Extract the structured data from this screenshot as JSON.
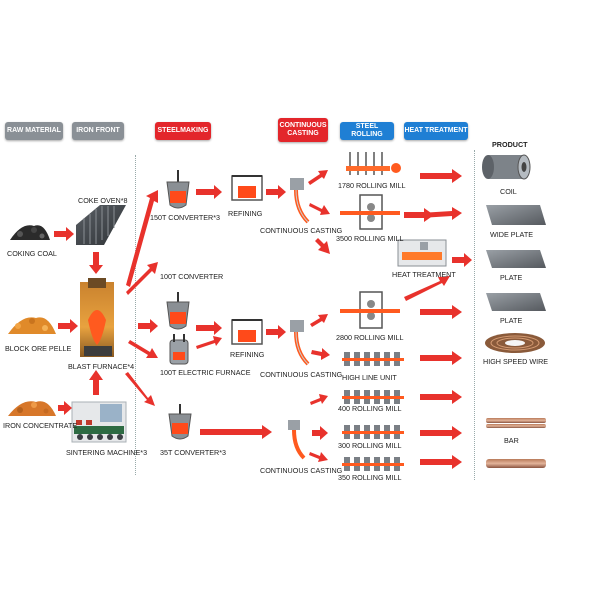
{
  "colors": {
    "gray_header": "#8a9096",
    "red_header": "#e3262b",
    "blue_header": "#1f7fd4",
    "arrow_red": "#e8322c",
    "molten": "#ff4a1a",
    "steel_gray": "#6d7278"
  },
  "headers": {
    "raw_material": "RAW MATERIAL",
    "iron_front": "IRON FRONT",
    "steelmaking": "STEELMAKING",
    "continuous_casting": "CONTINUOUS CASTING",
    "steel_rolling": "STEEL ROLLING",
    "heat_treatment": "HEAT TREATMENT",
    "product": "PRODUCT"
  },
  "raw": {
    "coking_coal": "COKING COAL",
    "block_ore": "BLOCK ORE PELLE",
    "iron_concentrate": "IRON CONCENTRATE"
  },
  "iron": {
    "coke_oven": "COKE OVEN*8",
    "blast_furnace": "BLAST FURNACE*4",
    "sintering": "SINTERING MACHINE*3"
  },
  "steel": {
    "conv150": "150T CONVERTER*3",
    "refining1": "REFINING",
    "conv100": "100T CONVERTER",
    "refining2": "REFINING",
    "electric": "100T  ELECTRIC FURNACE",
    "conv35": "35T CONVERTER*3"
  },
  "casting": {
    "cc1": "CONTINUOUS CASTING",
    "cc2": "CONTINUOUS CASTING",
    "cc3": "CONTINUOUS CASTING"
  },
  "rolling": {
    "mill1780": "1780 ROLLING MILL",
    "mill3500": "3500 ROLLING MILL",
    "heat": "HEAT TREATMENT",
    "mill2800": "2800 ROLLING MILL",
    "highline": "HIGH LINE UNIT",
    "mill400": "400 ROLLING MILL",
    "mill300": "300 ROLLING MILL",
    "mill350": "350 ROLLING MILL"
  },
  "products": {
    "coil": "COIL",
    "wide_plate": "WIDE PLATE",
    "plate1": "PLATE",
    "plate2": "PLATE",
    "hsw": "HIGH SPEED WIRE",
    "bar": "BAR"
  }
}
